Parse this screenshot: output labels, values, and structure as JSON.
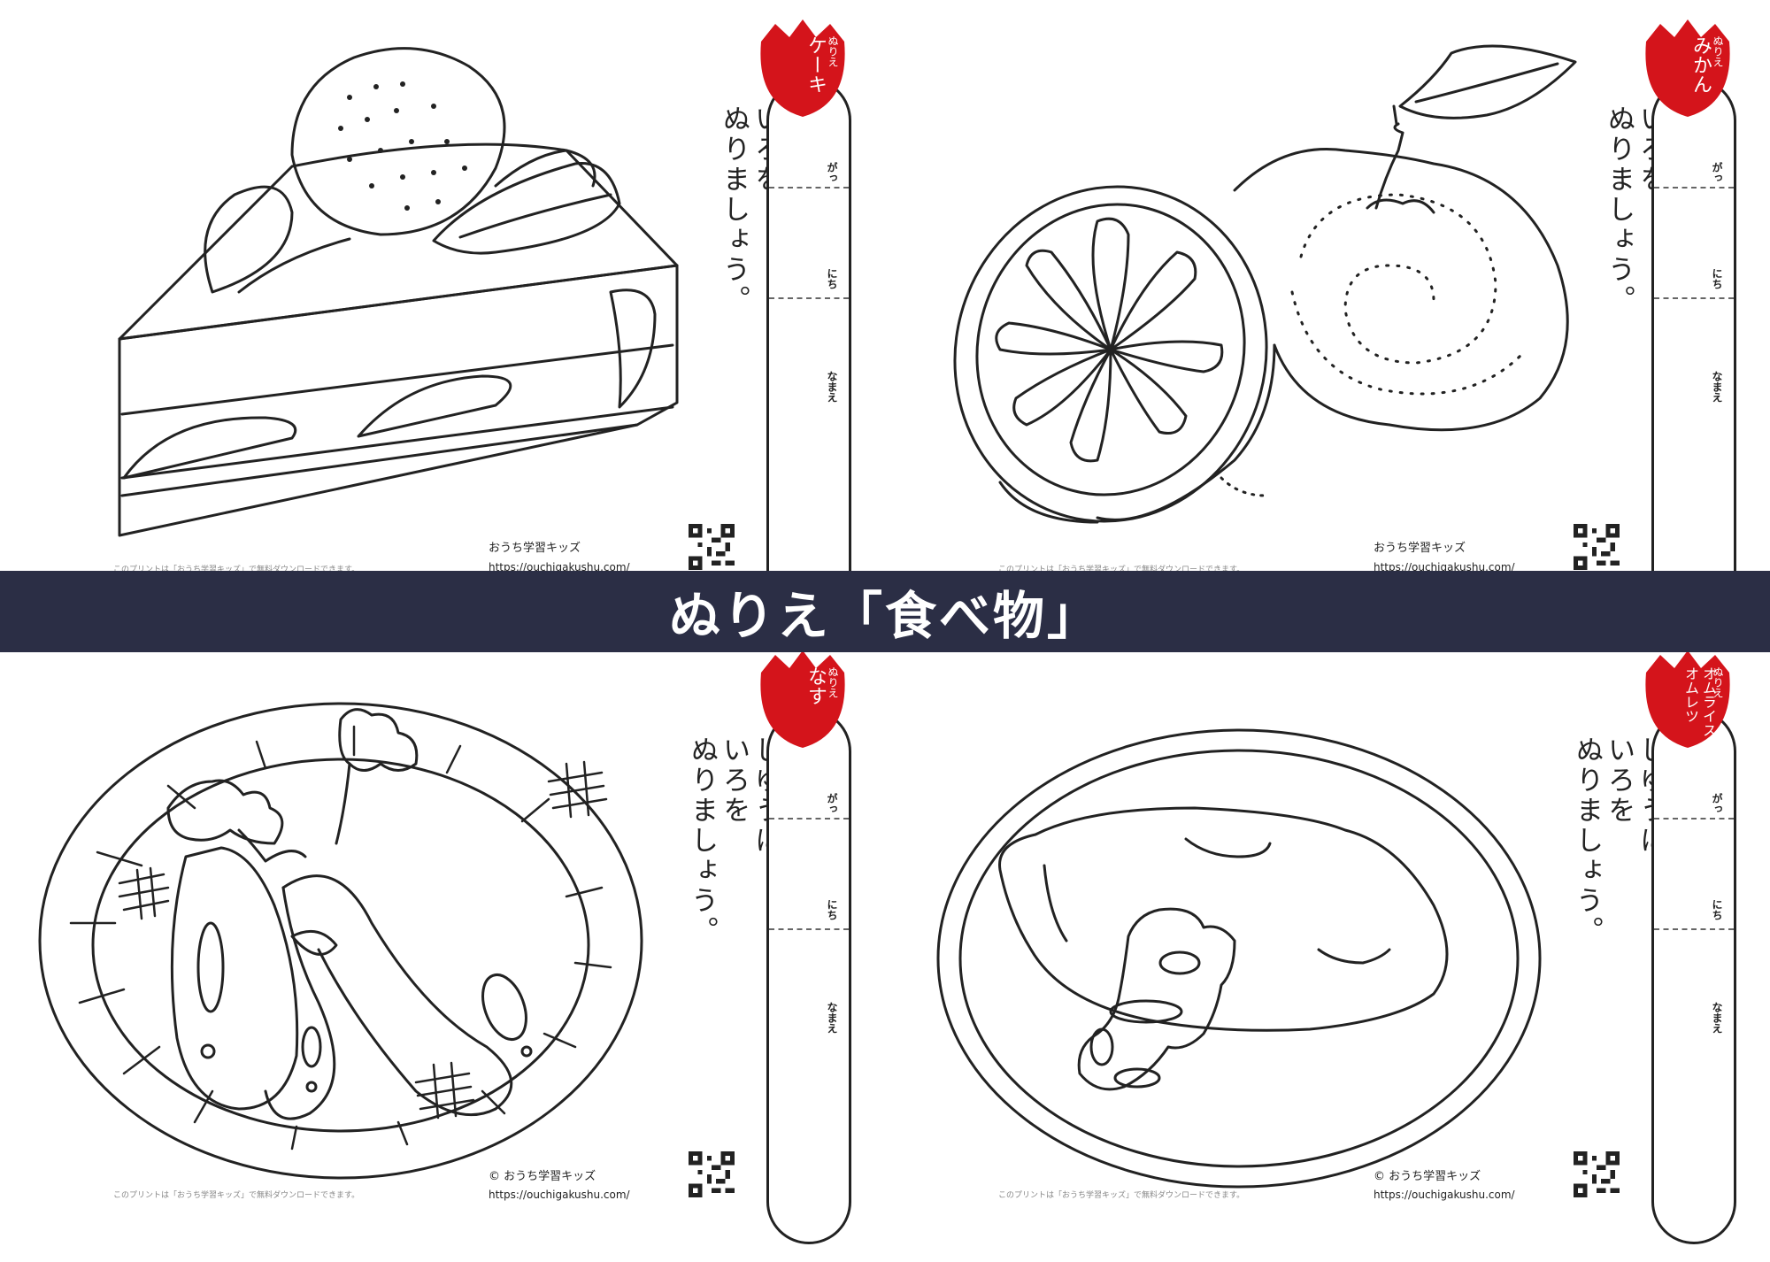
{
  "banner": {
    "title": "ぬりえ「食べ物」"
  },
  "common": {
    "nurie": "ぬりえ",
    "field_month": "がっ",
    "field_day": "にち",
    "field_name": "なまえ",
    "logo": "おうち学習キッズ",
    "logo_copyright": "© おうち学習キッズ",
    "url": "https://ouchigakushu.com/",
    "note": "このプリントは「おうち学習キッズ」で無料ダウンロードできます。"
  },
  "sheets": [
    {
      "title": "ケーキ",
      "instruction_lines": [
        "いろを",
        "ぬりましょう。"
      ],
      "illustration": "cake"
    },
    {
      "title": "みかん",
      "instruction_lines": [
        "いろを",
        "ぬりましょう。"
      ],
      "illustration": "mandarin-orange"
    },
    {
      "title": "なす",
      "instruction_lines": [
        "じゆうに",
        "いろを",
        "ぬりましょう。"
      ],
      "illustration": "eggplant"
    },
    {
      "title": "オムライス オムレツ",
      "instruction_lines": [
        "じゆうに",
        "いろを",
        "ぬりましょう。"
      ],
      "illustration": "omurice"
    }
  ],
  "colors": {
    "badge_red": "#d4141b",
    "banner_navy": "#2b2e45",
    "line": "#222222"
  }
}
